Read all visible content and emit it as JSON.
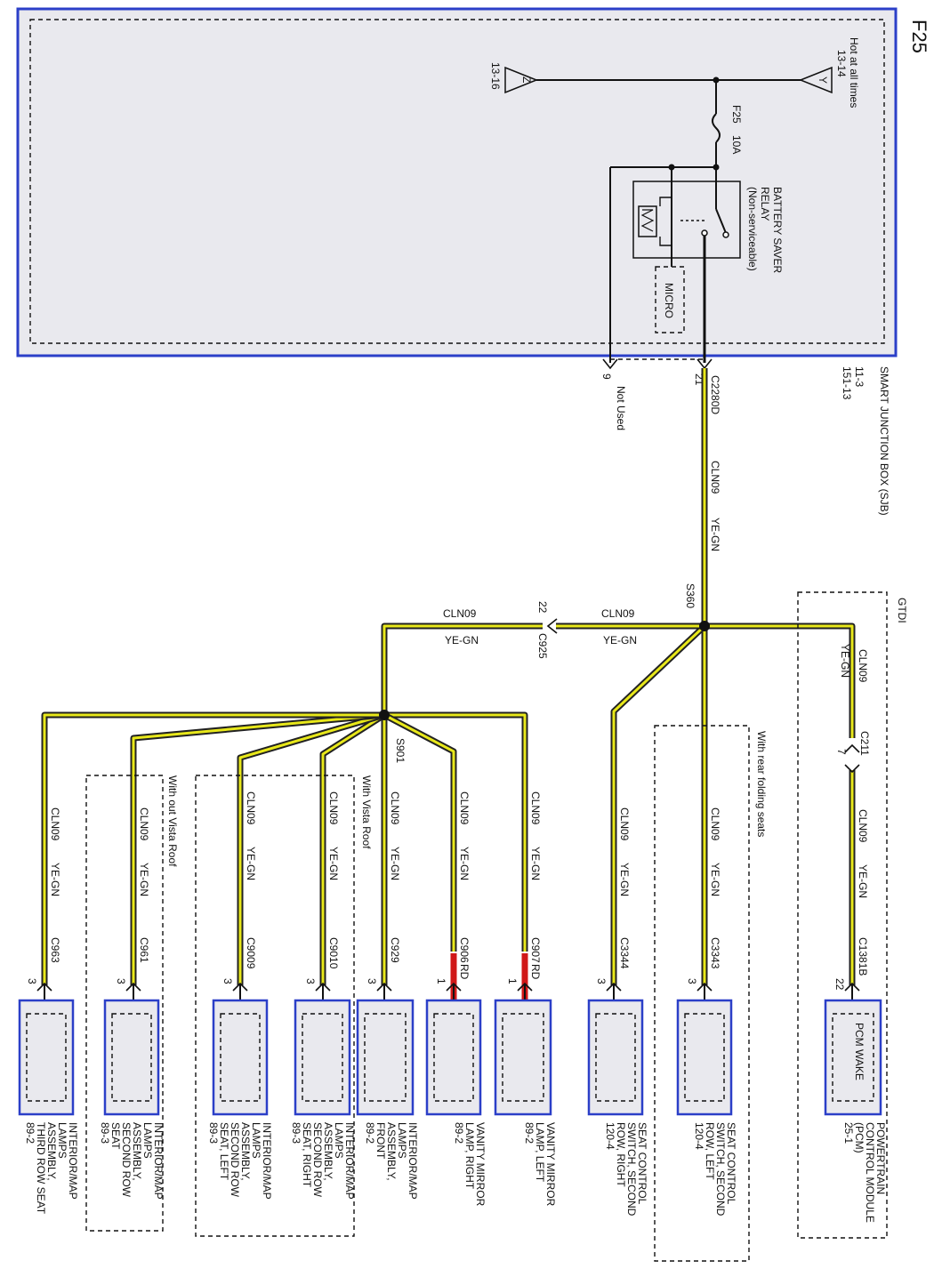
{
  "page_id": "F25",
  "sjb": {
    "name": "SMART JUNCTION BOX (SJB)",
    "refs": [
      "11-3",
      "151-13"
    ],
    "hot_label": "Hot at all times",
    "hot_ref": "13-14",
    "y_symbol": "Y",
    "z_symbol": "Z",
    "z_ref": "13-16",
    "fuse_name": "F25",
    "fuse_rating": "10A",
    "relay_name": "BATTERY SAVER RELAY",
    "relay_note": "(Non-serviceable)",
    "micro_label": "MICRO"
  },
  "connector_main": {
    "name": "C2280D",
    "pin_out": "21",
    "pin_unused": "9",
    "unused_label": "Not Used"
  },
  "wire": {
    "circuit": "CLN09",
    "color": "YE-GN",
    "rd": "RD"
  },
  "splices": {
    "s360": "S360",
    "s901": "S901"
  },
  "c925": {
    "name": "C925",
    "pin": "22"
  },
  "gtdi": {
    "label": "GTDI",
    "inline_conn": "C211",
    "inline_pin": "7",
    "pcm_conn": "C1381B",
    "pcm_pin": "22",
    "pcm_inner": "PCM WAKE",
    "pcm_name": "POWERTRAIN CONTROL MODULE (PCM)",
    "pcm_ref": "25-1"
  },
  "options": {
    "rear_folding": "With rear folding seats",
    "vista_roof": "With Vista Roof",
    "no_vista_roof": "With out Vista Roof"
  },
  "components": [
    {
      "conn": "C3343",
      "pin": "3",
      "name": "SEAT CONTROL SWITCH, SECOND ROW, LEFT",
      "ref": "120-4"
    },
    {
      "conn": "C3344",
      "pin": "3",
      "name": "SEAT CONTROL SWITCH, SECOND ROW, RIGHT",
      "ref": "120-4"
    },
    {
      "conn": "C907",
      "pin": "1",
      "name": "VANITY MIRROR LAMP, LEFT",
      "ref": "89-2"
    },
    {
      "conn": "C906",
      "pin": "1",
      "name": "VANITY MIRROR LAMP, RIGHT",
      "ref": "89-2"
    },
    {
      "conn": "C929",
      "pin": "3",
      "name": "INTERIOR/MAP LAMPS ASSEMBLY, FRONT",
      "ref": "89-2"
    },
    {
      "conn": "C9010",
      "pin": "3",
      "name": "INTERIOR/MAP LAMPS ASSEMBLY, SECOND ROW SEAT, RIGHT",
      "ref": "89-3"
    },
    {
      "conn": "C9009",
      "pin": "3",
      "name": "INTERIOR/MAP LAMPS ASSEMBLY, SECOND ROW SEAT, LEFT",
      "ref": "89-3"
    },
    {
      "conn": "C961",
      "pin": "3",
      "name": "INTERIOR/MAP LAMPS ASSEMBLY, SECOND ROW SEAT",
      "ref": "89-3"
    },
    {
      "conn": "C963",
      "pin": "3",
      "name": "INTERIOR/MAP LAMPS ASSEMBLY, THIRD ROW SEAT",
      "ref": "89-2"
    }
  ]
}
